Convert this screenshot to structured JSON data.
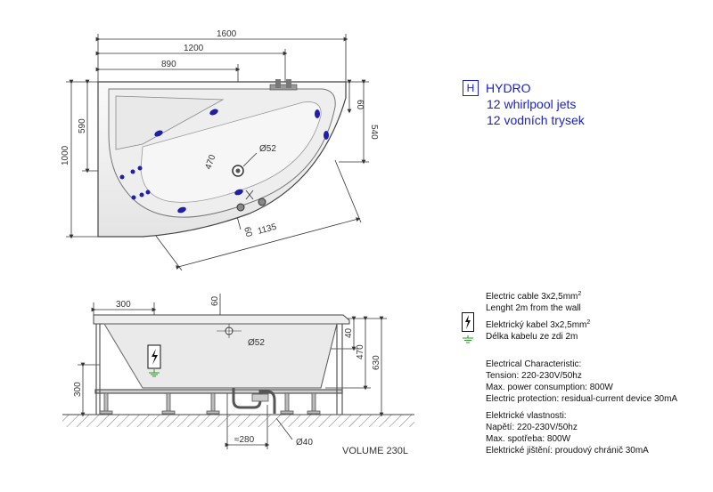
{
  "top_view": {
    "dims": {
      "overall_length": "1600",
      "length_mid": "1200",
      "length_short": "890",
      "overall_width": "1000",
      "width_inner": "590",
      "right_depth": "540",
      "right_offset": "60",
      "inner_depth": "470",
      "drain": "Ø52",
      "inner_length": "1135",
      "inner_offset": "60"
    }
  },
  "hydro_box": {
    "badge": "H",
    "title": "HYDRO",
    "line_en": "12 whirlpool jets",
    "line_cz": "12 vodních trysek"
  },
  "side_view": {
    "dims": {
      "left_length": "300",
      "rim": "60",
      "drain": "Ø52",
      "rim_height": "40",
      "inner_height": "470",
      "total_height": "630",
      "leg_height": "300",
      "drain_offset": "≈280",
      "drain_pipe": "Ø40"
    },
    "volume": "VOLUME 230L"
  },
  "spec": {
    "cable_en_1": "Electric cable 3x2,5mm",
    "cable_en_sup": "2",
    "cable_en_2": "Lenght 2m from the wall",
    "cable_cz_1": "Elektrický kabel 3x2,5mm",
    "cable_cz_sup": "2",
    "cable_cz_2": "Délka kabelu ze zdi 2m",
    "char_title": "Electrical Characteristic:",
    "char_tension": "Tension: 220-230V/50hz",
    "char_power": "Max. power consumption: 800W",
    "char_protection": "Electric protection: residual-current device 30mA",
    "cz_title": "Elektrické vlastnosti:",
    "cz_voltage": "Napětí: 220-230V/50hz",
    "cz_power": "Max. spotřeba: 800W",
    "cz_protection": "Elektrické jištění: proudový chránič 30mA"
  },
  "colors": {
    "jet": "#1f1fa8",
    "hydro_text": "#1d22c8",
    "line": "#333333",
    "tub_fill": "#f3f3f3",
    "ground_symbol": "#2a9a2a"
  }
}
